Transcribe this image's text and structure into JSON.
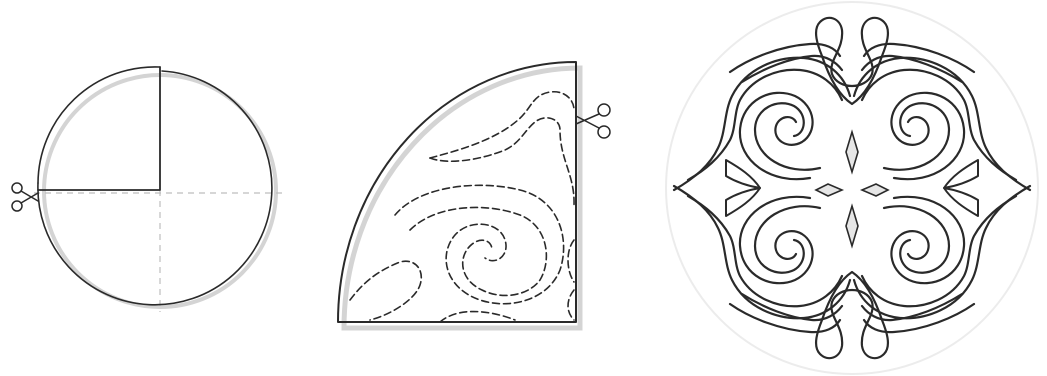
{
  "figure": {
    "steps": [
      {
        "id": "fold-circle",
        "icon": "scissors-icon"
      },
      {
        "id": "cut-quarter",
        "icon": "scissors-icon"
      },
      {
        "id": "unfolded-ornament"
      }
    ]
  },
  "colors": {
    "ink": "#2a2a2a",
    "guide": "#bdbdbd",
    "shadow": "#d4d4d4",
    "diamond_fill": "#e6e6e6"
  }
}
